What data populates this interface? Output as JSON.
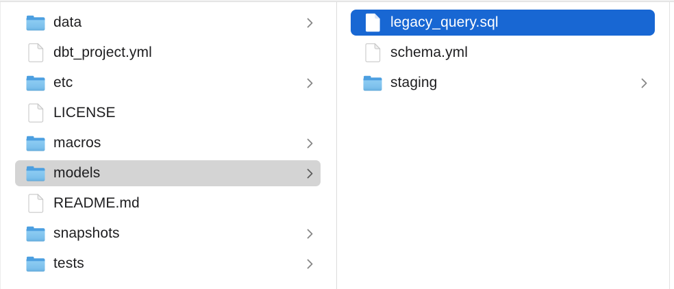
{
  "app": {
    "view": "finder-column-view"
  },
  "colors": {
    "selection_blue": "#1867d3",
    "selection_gray": "#d4d4d4",
    "divider": "#dcdcdc",
    "text": "#1d1d1f",
    "text_selected": "#ffffff",
    "chevron": "#868686",
    "chevron_selected": "#5c5c5c"
  },
  "columns": [
    {
      "id": "left",
      "items": [
        {
          "label": "data",
          "icon": "folder",
          "chevron": true,
          "selected": "none"
        },
        {
          "label": "dbt_project.yml",
          "icon": "file",
          "chevron": false,
          "selected": "none"
        },
        {
          "label": "etc",
          "icon": "folder",
          "chevron": true,
          "selected": "none"
        },
        {
          "label": "LICENSE",
          "icon": "file",
          "chevron": false,
          "selected": "none"
        },
        {
          "label": "macros",
          "icon": "folder",
          "chevron": true,
          "selected": "none"
        },
        {
          "label": "models",
          "icon": "folder",
          "chevron": true,
          "selected": "gray"
        },
        {
          "label": "README.md",
          "icon": "file",
          "chevron": false,
          "selected": "none"
        },
        {
          "label": "snapshots",
          "icon": "folder",
          "chevron": true,
          "selected": "none"
        },
        {
          "label": "tests",
          "icon": "folder",
          "chevron": true,
          "selected": "none"
        }
      ]
    },
    {
      "id": "right",
      "items": [
        {
          "label": "legacy_query.sql",
          "icon": "file",
          "chevron": false,
          "selected": "blue"
        },
        {
          "label": "schema.yml",
          "icon": "file",
          "chevron": false,
          "selected": "none"
        },
        {
          "label": "staging",
          "icon": "folder",
          "chevron": true,
          "selected": "none"
        }
      ]
    }
  ]
}
